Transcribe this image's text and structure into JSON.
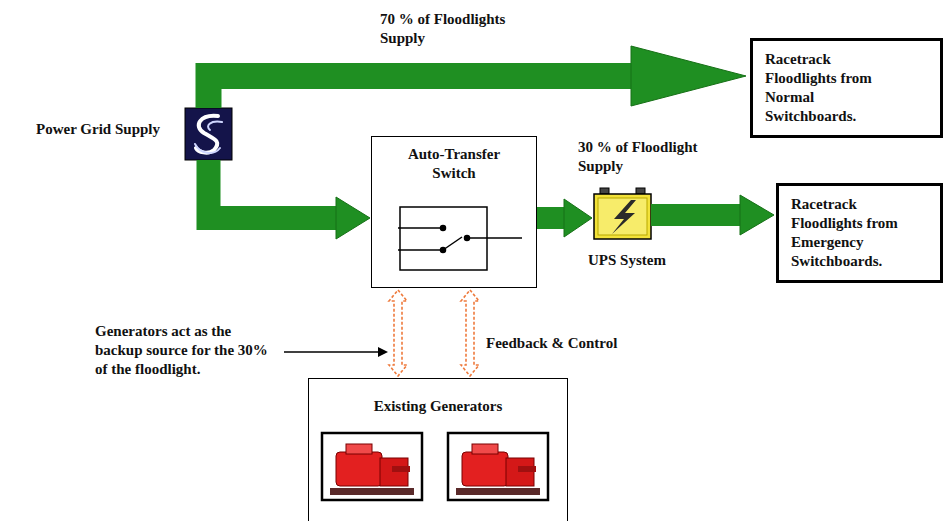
{
  "diagram": {
    "nodes": [
      {
        "text": [
          "Power Grid Supply"
        ]
      },
      {
        "text": [
          "Racetrack Floodlights from Normal Switchboards."
        ]
      },
      {
        "text": [
          "Auto-Transfer Switch"
        ]
      },
      {
        "text": [
          "UPS System"
        ]
      },
      {
        "text": [
          "Racetrack Floodlights from Emergency Switchboards."
        ]
      },
      {
        "text": [
          "Existing Generators"
        ]
      }
    ],
    "edges": [
      {
        "from": 0,
        "to": 1,
        "arrow": "to",
        "label": "70 % of Floodlights Supply"
      },
      {
        "from": 0,
        "to": 2,
        "arrow": "to"
      },
      {
        "from": 2,
        "to": 3,
        "arrow": "to",
        "label": "30 % of Floodlight Supply"
      },
      {
        "from": 3,
        "to": 4,
        "arrow": "to"
      },
      {
        "from": 5,
        "to": 2,
        "arrow": "both"
      },
      {
        "from": 5,
        "to": 2,
        "arrow": "both",
        "label": "Feedback & Control"
      }
    ],
    "labels": [
      "Generators act as the backup source for the 30% of the floodlight."
    ]
  }
}
